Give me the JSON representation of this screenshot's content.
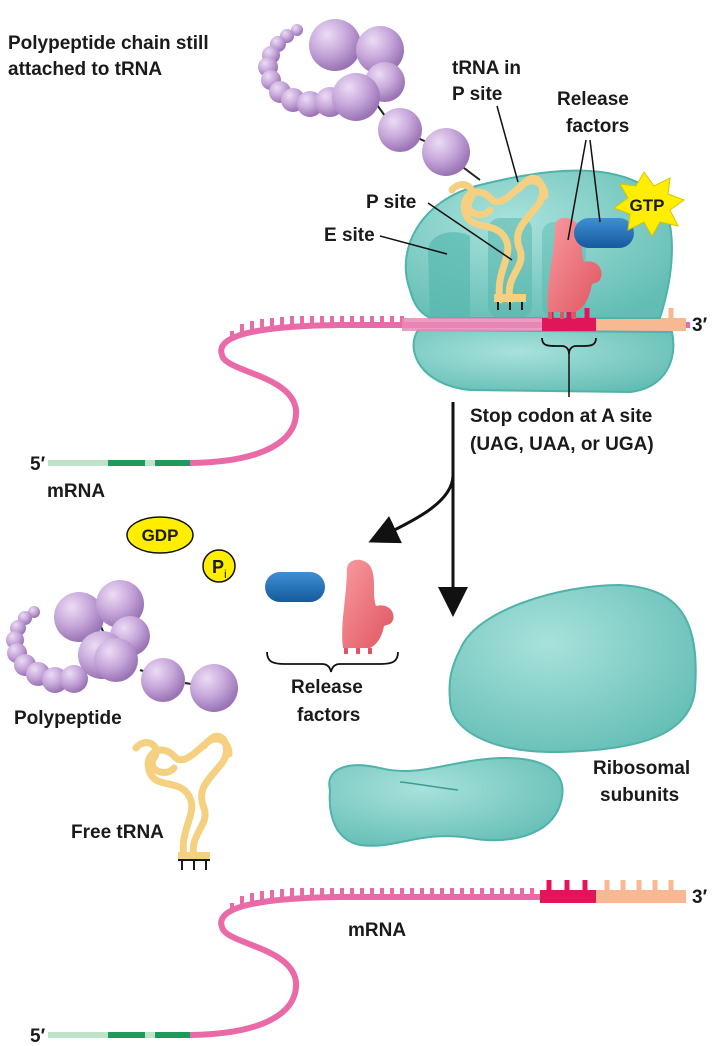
{
  "top": {
    "polypeptide_label_line1": "Polypeptide chain still",
    "polypeptide_label_line2": "attached to tRNA",
    "trna_p_site_line1": "tRNA in",
    "trna_p_site_line2": "P site",
    "release_factors_line1": "Release",
    "release_factors_line2": "factors",
    "gtp": "GTP",
    "p_site": "P site",
    "e_site": "E site",
    "three_prime": "3′",
    "five_prime": "5′",
    "mrna": "mRNA",
    "stop_codon_line1": "Stop codon at A site",
    "stop_codon_line2": "(UAG, UAA, or UGA)"
  },
  "bottom": {
    "gdp": "GDP",
    "pi_main": "P",
    "pi_sub": "i",
    "release_factors_line1": "Release",
    "release_factors_line2": "factors",
    "polypeptide": "Polypeptide",
    "free_trna": "Free tRNA",
    "ribosomal_line1": "Ribosomal",
    "ribosomal_line2": "subunits",
    "three_prime": "3′",
    "five_prime": "5′",
    "mrna": "mRNA"
  },
  "colors": {
    "ribosome": "#7fd0c8",
    "ribosome_dark": "#4fb3aa",
    "trna": "#f7d88a",
    "release_factor": "#f07a80",
    "release_factor_blue": "#1f6fb8",
    "mrna_pink": "#e96aa6",
    "stop_codon": "#e0155a",
    "mrna_peach": "#f8b892",
    "mrna_green": "#1f9a5a",
    "amino_acid": "#c5a3d8",
    "gtp_yellow": "#ffee00"
  }
}
